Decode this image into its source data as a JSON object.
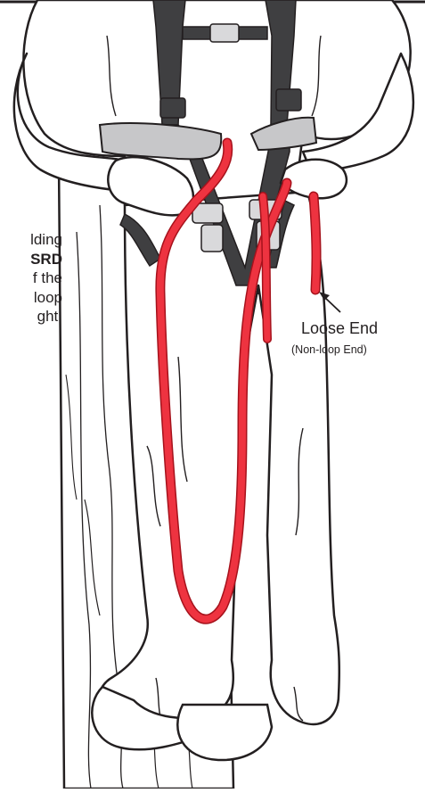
{
  "instruction_fragments": [
    "lding",
    "SRD",
    "f the",
    "loop",
    "ght."
  ],
  "callout": {
    "label": "Loose End",
    "sublabel": "(Non-loop End)"
  },
  "colors": {
    "rope": "#ee3340",
    "rope_outline": "#a6121c",
    "harness": "#3f3f41",
    "pad": "#c7c7c9",
    "outline": "#231f20",
    "suit": "#ffffff",
    "buckle": "#d9d9db"
  }
}
